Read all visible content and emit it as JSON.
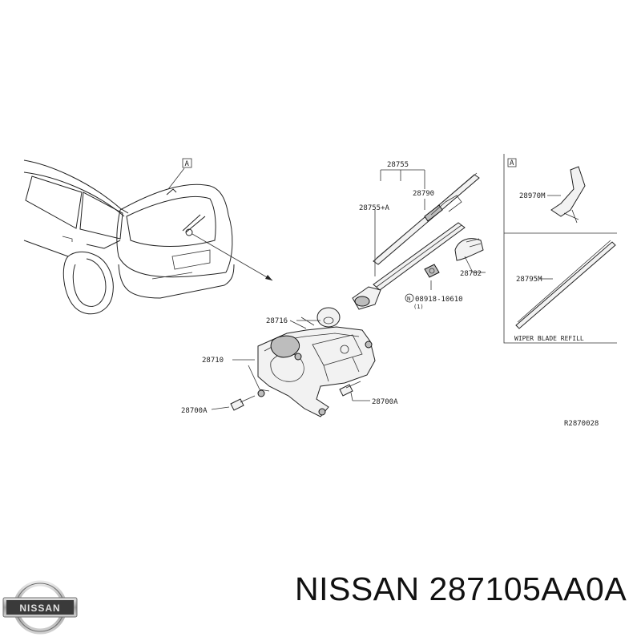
{
  "diagram": {
    "ref_letter_car": "A",
    "ref_letter_inset": "A",
    "callouts": {
      "p28755": "28755",
      "p28755a": "28755+A",
      "p28790": "28790",
      "p28782": "28782",
      "p08918": "08918-10610",
      "p08918_qty": "(1)",
      "p08918_prefix": "N",
      "p28716": "28716",
      "p28710": "28710",
      "p28700a_left": "28700A",
      "p28700a_right": "28700A",
      "p28970m": "28970M",
      "p28795m": "28795M"
    },
    "inset_caption": "WIPER BLADE REFILL",
    "figure_code": "R2870028"
  },
  "footer": {
    "logo_text": "NISSAN",
    "title": "NISSAN 287105AA0A"
  }
}
